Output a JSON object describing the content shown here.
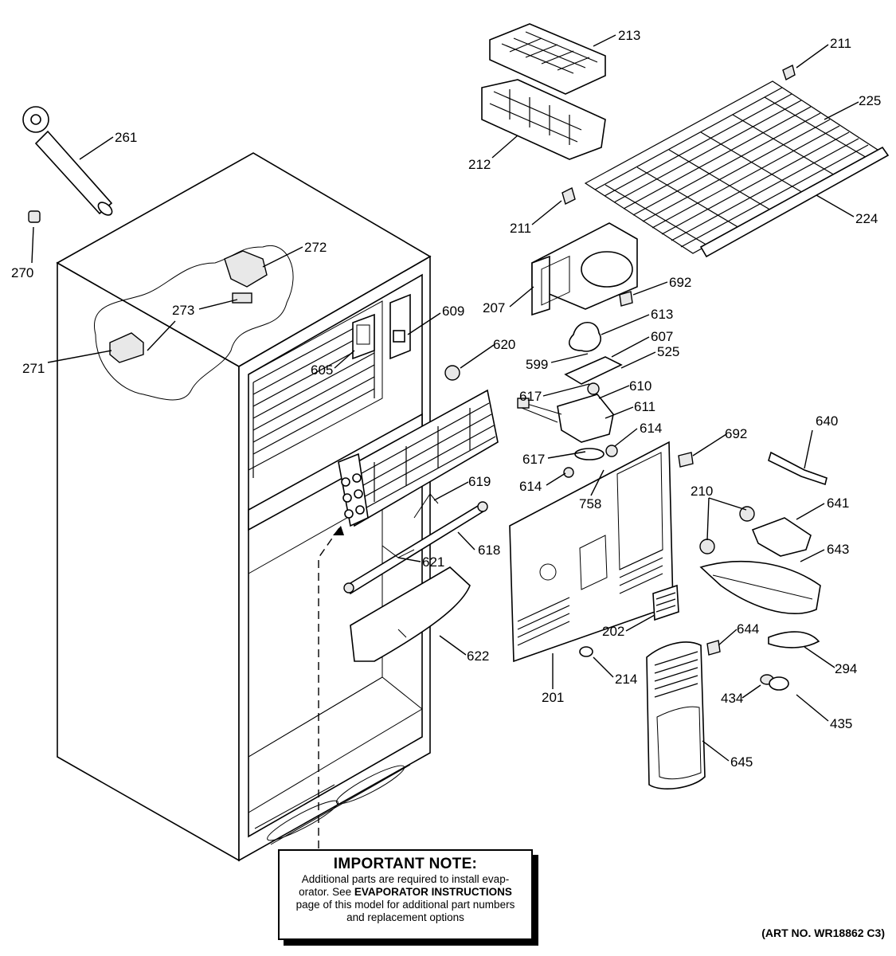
{
  "callouts": [
    {
      "id": "213",
      "label": "213"
    },
    {
      "id": "211a",
      "label": "211"
    },
    {
      "id": "225",
      "label": "225"
    },
    {
      "id": "212",
      "label": "212"
    },
    {
      "id": "261",
      "label": "261"
    },
    {
      "id": "211b",
      "label": "211"
    },
    {
      "id": "224",
      "label": "224"
    },
    {
      "id": "270",
      "label": "270"
    },
    {
      "id": "272",
      "label": "272"
    },
    {
      "id": "692a",
      "label": "692"
    },
    {
      "id": "207",
      "label": "207"
    },
    {
      "id": "273",
      "label": "273"
    },
    {
      "id": "609",
      "label": "609"
    },
    {
      "id": "613",
      "label": "613"
    },
    {
      "id": "607",
      "label": "607"
    },
    {
      "id": "620",
      "label": "620"
    },
    {
      "id": "525",
      "label": "525"
    },
    {
      "id": "599",
      "label": "599"
    },
    {
      "id": "271",
      "label": "271"
    },
    {
      "id": "605",
      "label": "605"
    },
    {
      "id": "610",
      "label": "610"
    },
    {
      "id": "617a",
      "label": "617"
    },
    {
      "id": "611",
      "label": "611"
    },
    {
      "id": "640",
      "label": "640"
    },
    {
      "id": "614a",
      "label": "614"
    },
    {
      "id": "692b",
      "label": "692"
    },
    {
      "id": "617b",
      "label": "617"
    },
    {
      "id": "619",
      "label": "619"
    },
    {
      "id": "614b",
      "label": "614"
    },
    {
      "id": "758",
      "label": "758"
    },
    {
      "id": "210",
      "label": "210"
    },
    {
      "id": "641",
      "label": "641"
    },
    {
      "id": "618",
      "label": "618"
    },
    {
      "id": "643",
      "label": "643"
    },
    {
      "id": "621",
      "label": "621"
    },
    {
      "id": "202",
      "label": "202"
    },
    {
      "id": "644",
      "label": "644"
    },
    {
      "id": "622",
      "label": "622"
    },
    {
      "id": "294",
      "label": "294"
    },
    {
      "id": "214",
      "label": "214"
    },
    {
      "id": "201",
      "label": "201"
    },
    {
      "id": "434",
      "label": "434"
    },
    {
      "id": "435",
      "label": "435"
    },
    {
      "id": "645",
      "label": "645"
    }
  ],
  "note": {
    "title": "IMPORTANT NOTE:",
    "line1": "Additional parts are required to install evap-",
    "line2_pre": "orator.  See ",
    "line2_bold": "EVAPORATOR INSTRUCTIONS",
    "line3": "page of this model for additional part numbers",
    "line4": "and replacement options"
  },
  "art_number": "(ART NO. WR18862 C3)"
}
